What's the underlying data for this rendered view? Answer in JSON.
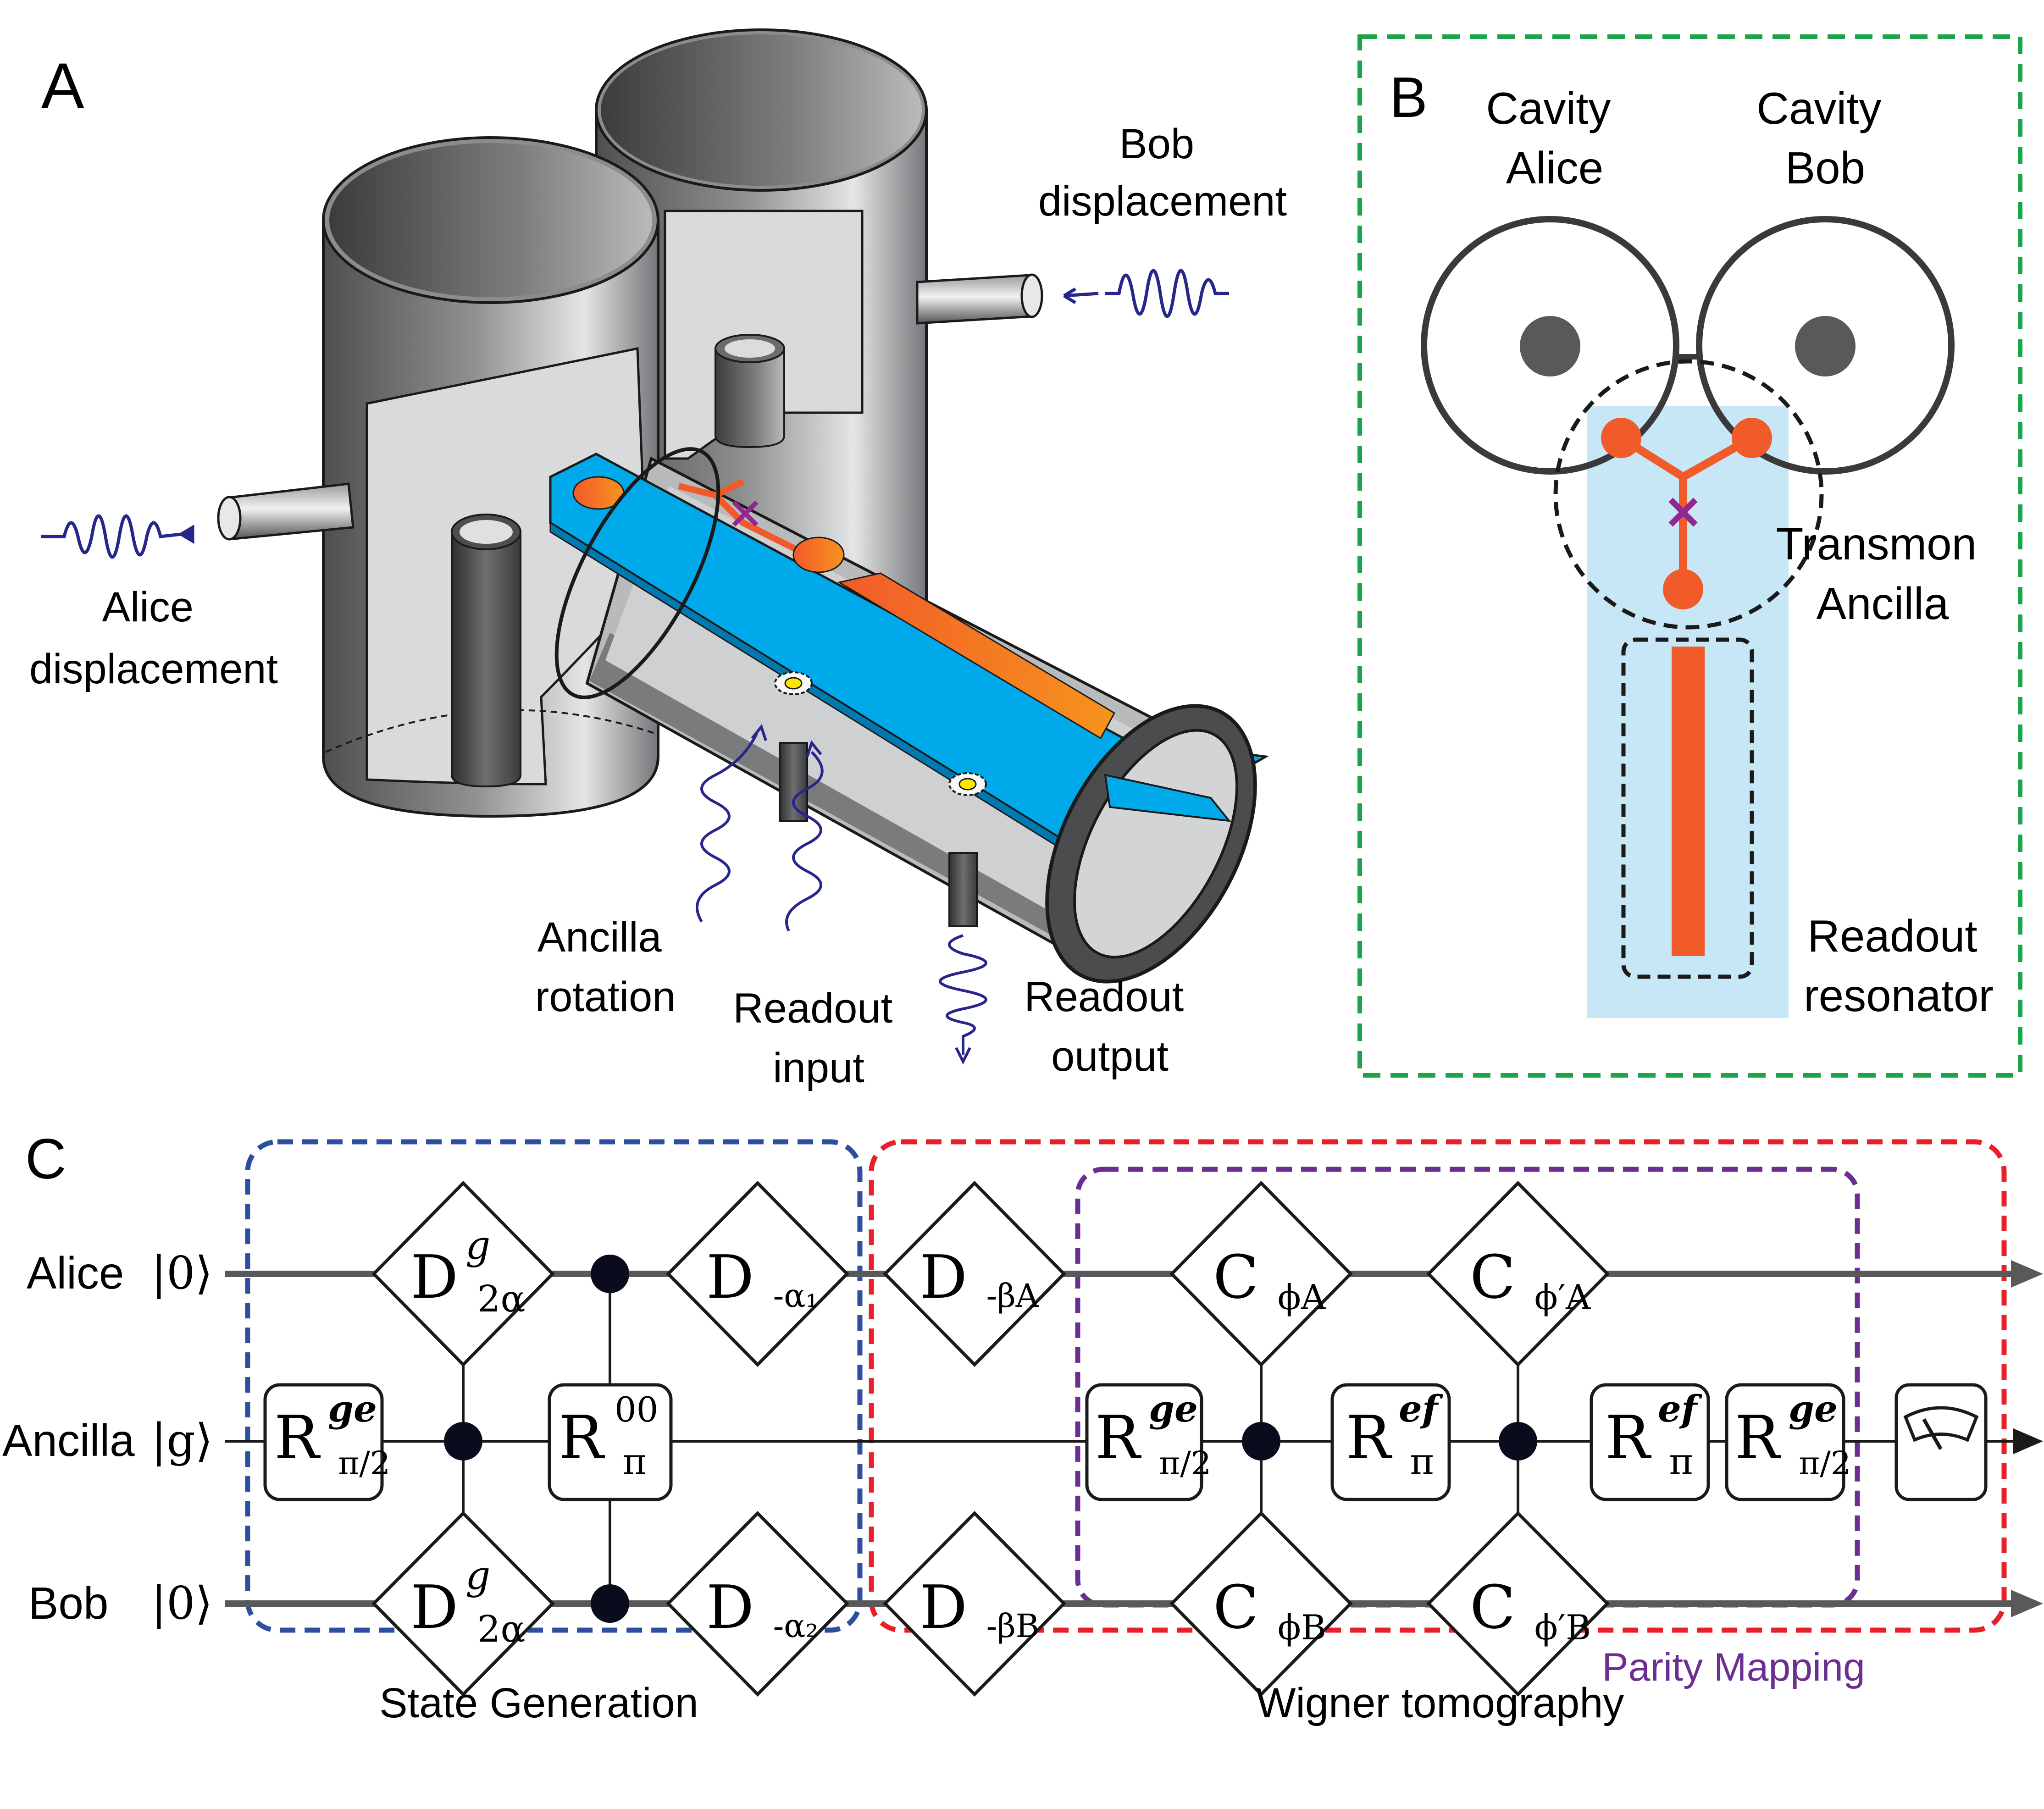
{
  "panels": {
    "a": "A",
    "b": "B",
    "c": "C"
  },
  "panel_a": {
    "bob_label": [
      "Bob",
      "displacement"
    ],
    "alice_label": [
      "Alice",
      "displacement"
    ],
    "ancilla_label": [
      "Ancilla",
      "rotation"
    ],
    "readout_input_label": [
      "Readout",
      "input"
    ],
    "readout_output_label": [
      "Readout",
      "output"
    ]
  },
  "panel_b": {
    "cavity_alice": [
      "Cavity",
      "Alice"
    ],
    "cavity_bob": [
      "Cavity",
      "Bob"
    ],
    "transmon": [
      "Transmon",
      "Ancilla"
    ],
    "readout": [
      "Readout",
      "resonator"
    ]
  },
  "panel_c": {
    "wires": {
      "alice": {
        "name": "Alice",
        "ket": "|0⟩"
      },
      "ancilla": {
        "name": "Ancilla",
        "ket": "|g⟩"
      },
      "bob": {
        "name": "Bob",
        "ket": "|0⟩"
      }
    },
    "gates": {
      "d_alice_2alpha": {
        "base": "D",
        "sup": "g",
        "sub": "2α"
      },
      "d_bob_2alpha": {
        "base": "D",
        "sup": "g",
        "sub": "2α"
      },
      "r_half_ge": {
        "base": "R",
        "sup": "ge",
        "sub": "π/2"
      },
      "r_pi_00": {
        "base": "R",
        "sup": "00",
        "sub": "π"
      },
      "d_minus_alpha1": {
        "base": "D",
        "sub": "-α₁"
      },
      "d_minus_alpha2": {
        "base": "D",
        "sub": "-α₂"
      },
      "d_minus_betaA": {
        "base": "D",
        "sub": "-βA"
      },
      "d_minus_betaB": {
        "base": "D",
        "sub": "-βB"
      },
      "c_phiA": {
        "base": "C",
        "sub": "ϕA"
      },
      "c_phiA_prime": {
        "base": "C",
        "sub": "ϕ′A"
      },
      "c_phiB": {
        "base": "C",
        "sub": "ϕB"
      },
      "c_phiB_prime": {
        "base": "C",
        "sub": "ϕ′B"
      },
      "r_ge_half_1": {
        "base": "R",
        "sup": "ge",
        "sub": "π/2"
      },
      "r_ef_1": {
        "base": "R",
        "sup": "ef",
        "sub": "π"
      },
      "r_ef_2": {
        "base": "R",
        "sup": "ef",
        "sub": "π"
      },
      "r_ge_half_2": {
        "base": "R",
        "sup": "ge",
        "sub": "π/2"
      }
    },
    "box_labels": {
      "state_generation": "State Generation",
      "wigner": "Wigner tomography",
      "parity": "Parity Mapping"
    }
  },
  "colors": {
    "panel_b_border": "#1aa54b",
    "state_generation_border": "#2e4f9f",
    "wigner_border": "#e8202a",
    "parity_border": "#6a2f91",
    "chip_blue": "#00a9ea",
    "transmon_orange": "#f15a29",
    "pulse_navy": "#27268b",
    "wire_gray": "#58595b"
  }
}
